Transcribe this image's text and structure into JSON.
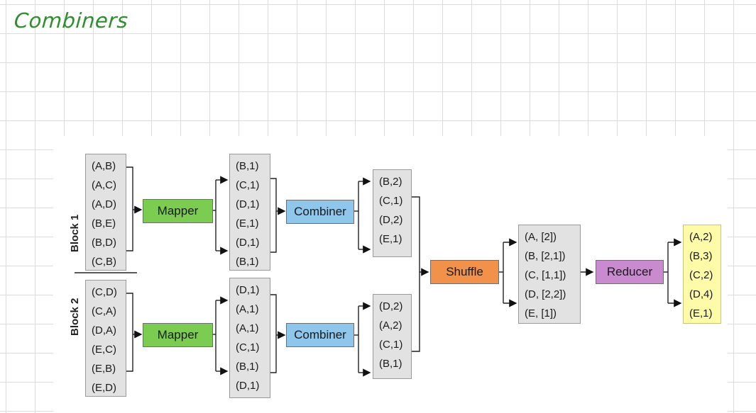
{
  "title": "Combiners",
  "block_labels": [
    "Block 1",
    "Block 2"
  ],
  "processes": {
    "mapper": "Mapper",
    "combiner": "Combiner",
    "shuffle": "Shuffle",
    "reducer": "Reducer"
  },
  "input_block1": [
    "(A,B)",
    "(A,C)",
    "(A,D)",
    "(B,E)",
    "(B,D)",
    "(C,B)"
  ],
  "input_block2": [
    "(C,D)",
    "(C,A)",
    "(D,A)",
    "(E,C)",
    "(E,B)",
    "(E,D)"
  ],
  "mapper_out1": [
    "(B,1)",
    "(C,1)",
    "(D,1)",
    "(E,1)",
    "(D,1)",
    "(B,1)"
  ],
  "mapper_out2": [
    "(D,1)",
    "(A,1)",
    "(A,1)",
    "(C,1)",
    "(B,1)",
    "(D,1)"
  ],
  "combiner_out1": [
    "(B,2)",
    "(C,1)",
    "(D,2)",
    "(E,1)"
  ],
  "combiner_out2": [
    "(D,2)",
    "(A,2)",
    "(C,1)",
    "(B,1)"
  ],
  "shuffle_out": [
    "(A, [2])",
    "(B, [2,1])",
    "(C, [1,1])",
    "(D, [2,2])",
    "(E, [1])"
  ],
  "reducer_out": [
    "(A,2)",
    "(B,3)",
    "(C,2)",
    "(D,4)",
    "(E,1)"
  ]
}
